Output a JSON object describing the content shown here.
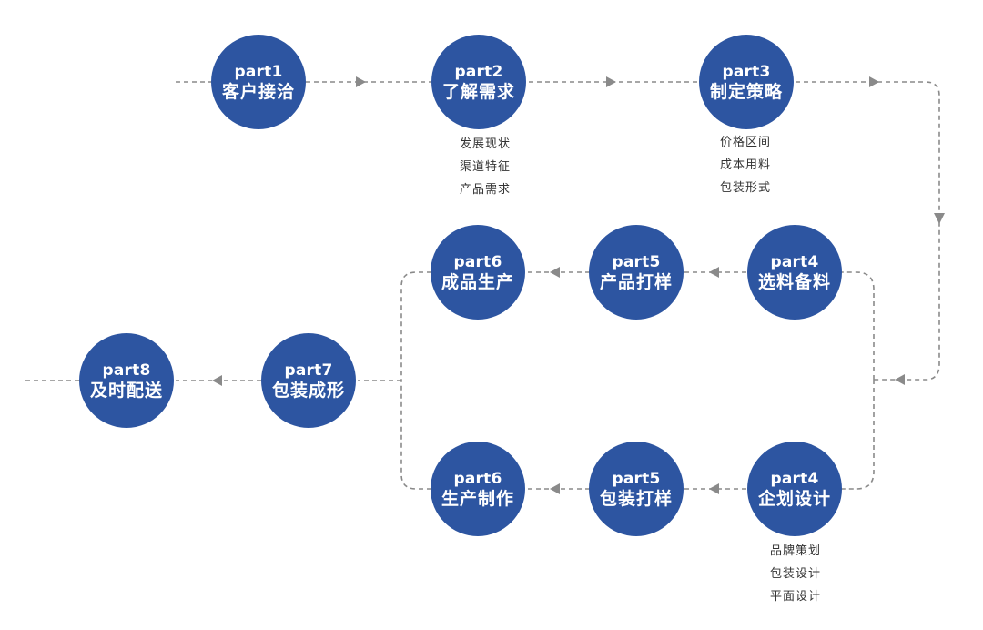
{
  "colors": {
    "node_fill": "#2d55a1",
    "node_text": "#ffffff",
    "connector": "#8a8a8a",
    "note_text": "#333333"
  },
  "steps": [
    {
      "part": "part1",
      "title": "客户接洽"
    },
    {
      "part": "part2",
      "title": "了解需求",
      "notes": [
        "发展现状",
        "渠道特征",
        "产品需求"
      ]
    },
    {
      "part": "part3",
      "title": "制定策略",
      "notes": [
        "价格区间",
        "成本用料",
        "包装形式"
      ]
    },
    {
      "part": "part4",
      "title": "选料备料"
    },
    {
      "part": "part5",
      "title": "产品打样"
    },
    {
      "part": "part6",
      "title": "成品生产"
    },
    {
      "part": "part4",
      "title": "企划设计",
      "notes": [
        "品牌策划",
        "包装设计",
        "平面设计"
      ]
    },
    {
      "part": "part5",
      "title": "包装打样"
    },
    {
      "part": "part6",
      "title": "生产制作"
    },
    {
      "part": "part7",
      "title": "包装成形"
    },
    {
      "part": "part8",
      "title": "及时配送"
    }
  ]
}
